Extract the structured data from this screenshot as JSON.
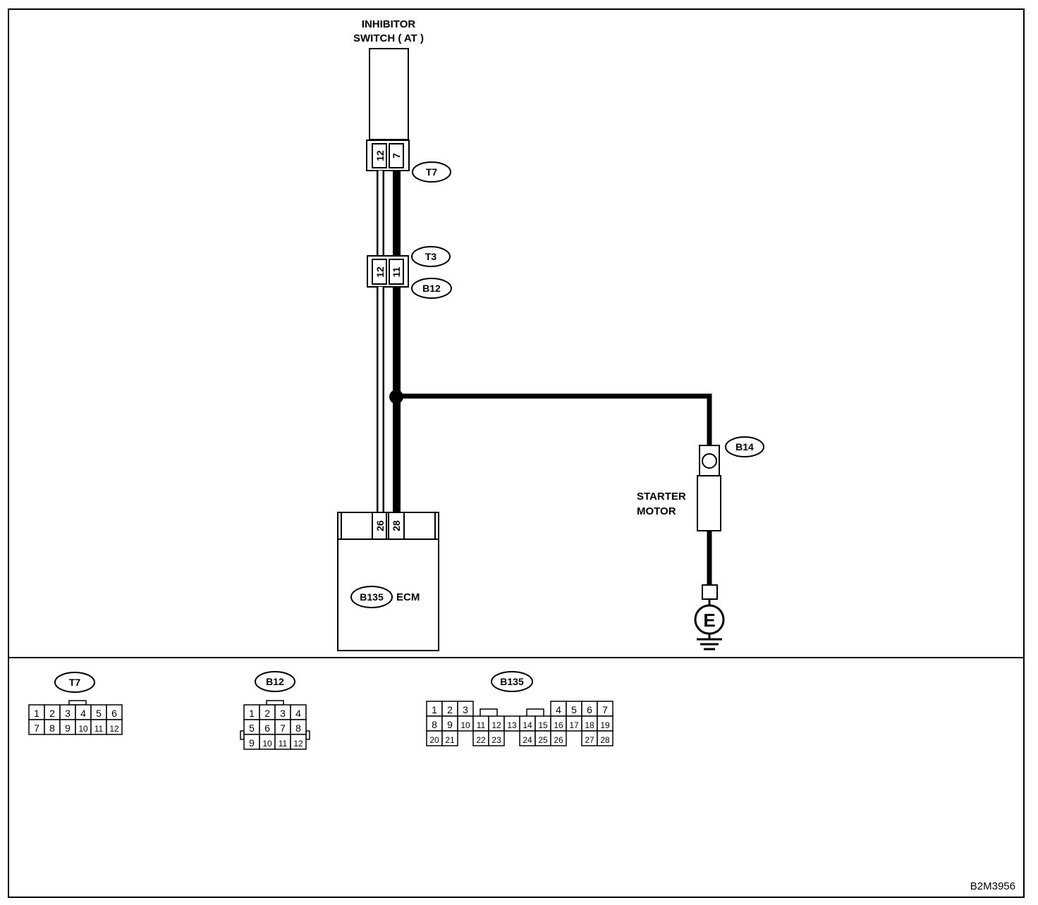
{
  "diagram_code": "B2M3956",
  "inhibitor_switch": {
    "title_line1": "INHIBITOR",
    "title_line2": "SWITCH ( AT )",
    "connector": "T7",
    "pins": [
      "12",
      "7"
    ]
  },
  "joint_connector": {
    "upper": "T3",
    "lower": "B12",
    "pins": [
      "12",
      "11"
    ]
  },
  "ecm": {
    "connector": "B135",
    "label": "ECM",
    "pins": [
      "26",
      "28"
    ]
  },
  "starter_motor": {
    "connector": "B14",
    "label_line1": "STARTER",
    "label_line2": "MOTOR"
  },
  "ground": {
    "symbol": "E"
  },
  "connector_views": [
    {
      "name": "T7",
      "rows": [
        [
          "1",
          "2",
          "3",
          "4",
          "5",
          "6"
        ],
        [
          "7",
          "8",
          "9",
          "10",
          "11",
          "12"
        ]
      ]
    },
    {
      "name": "B12",
      "rows": [
        [
          "1",
          "2",
          "3",
          "4"
        ],
        [
          "5",
          "6",
          "7",
          "8"
        ],
        [
          "9",
          "10",
          "11",
          "12"
        ]
      ]
    },
    {
      "name": "B135",
      "rows": [
        [
          "1",
          "2",
          "3",
          "4",
          "5",
          "6",
          "7"
        ],
        [
          "8",
          "9",
          "10",
          "11",
          "12",
          "13",
          "14",
          "15",
          "16",
          "17",
          "18",
          "19"
        ],
        [
          "20",
          "21",
          "22",
          "23",
          "24",
          "25",
          "26",
          "27",
          "28"
        ]
      ]
    }
  ]
}
